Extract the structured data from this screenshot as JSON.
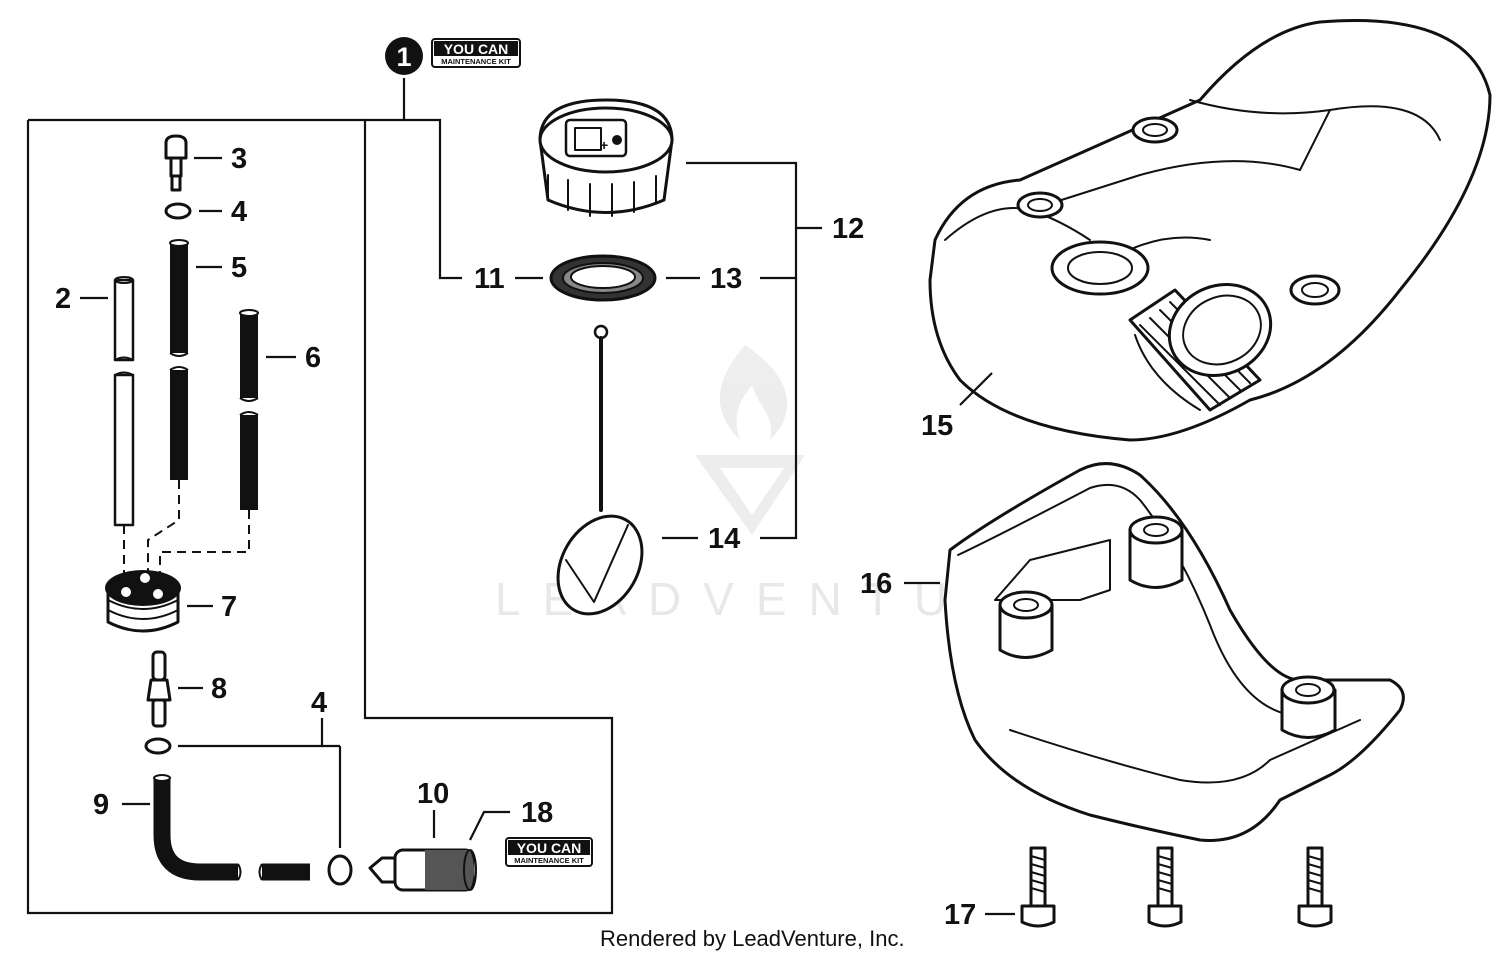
{
  "watermark": {
    "text": "LEADVENTURE"
  },
  "credit": "Rendered by LeadVenture, Inc.",
  "badges": [
    {
      "top": "YOU CAN",
      "bottom": "MAINTENANCE KIT"
    },
    {
      "top": "YOU CAN",
      "bottom": "MAINTENANCE KIT"
    }
  ],
  "callouts": {
    "c1": "1",
    "c2": "2",
    "c3": "3",
    "c4a": "4",
    "c4b": "4",
    "c5": "5",
    "c6": "6",
    "c7": "7",
    "c8": "8",
    "c9": "9",
    "c10": "10",
    "c11": "11",
    "c12": "12",
    "c13": "13",
    "c14": "14",
    "c15": "15",
    "c16": "16",
    "c17": "17",
    "c18": "18"
  }
}
